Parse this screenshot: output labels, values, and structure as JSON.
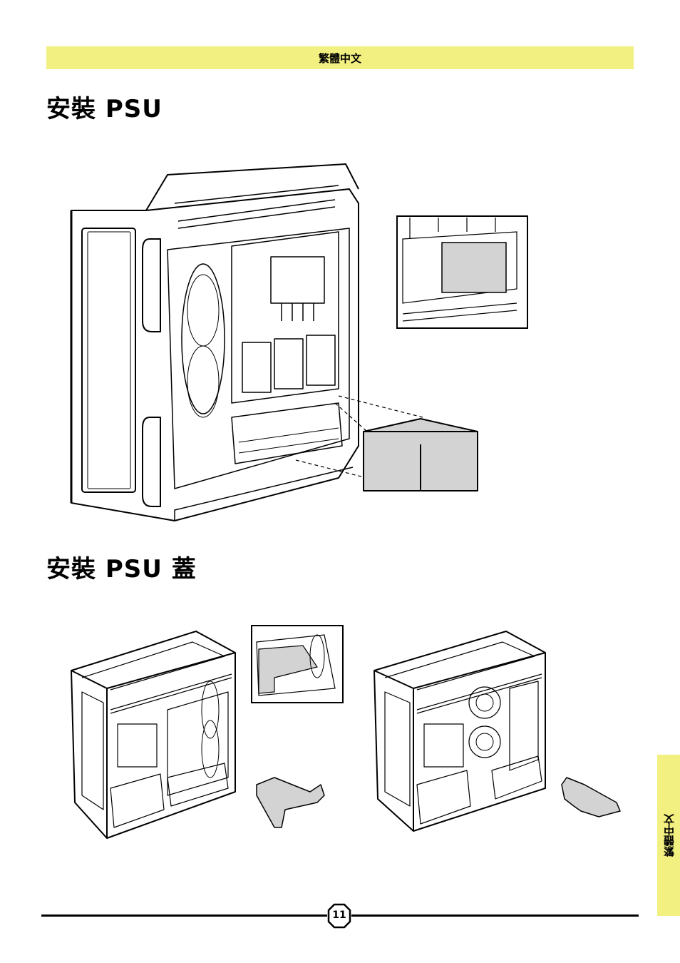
{
  "header": {
    "language_label": "繁體中文"
  },
  "sections": [
    {
      "title": "安裝 PSU"
    },
    {
      "title": "安裝 PSU 蓋"
    }
  ],
  "side_tab": {
    "label": "繁體中文"
  },
  "footer": {
    "page_number": "11"
  },
  "colors": {
    "accent_yellow": "#f2f081",
    "psu_gray": "#d3d3d3",
    "line": "#000000"
  }
}
